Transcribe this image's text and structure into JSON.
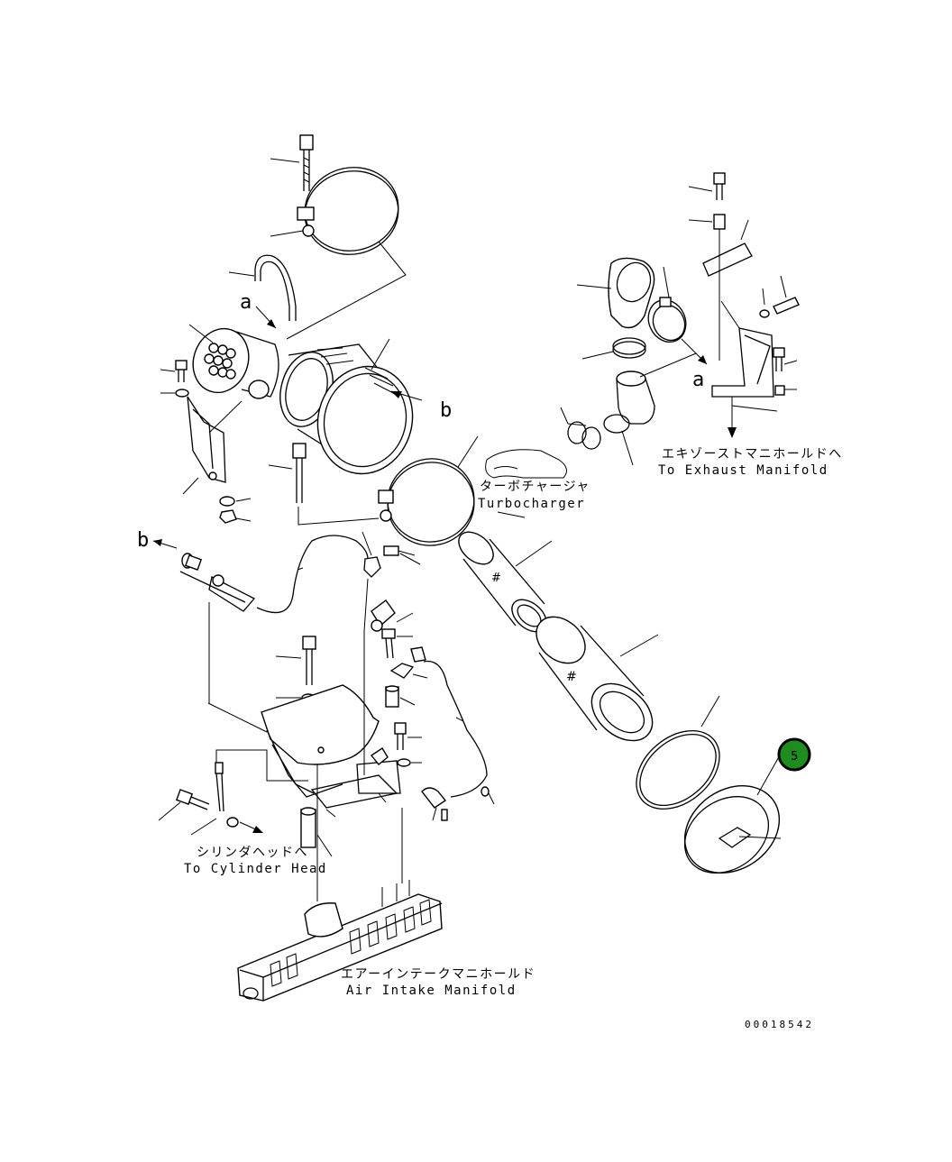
{
  "labels": {
    "exhaust_jp": "エキゾーストマニホールドへ",
    "exhaust_en": "To Exhaust Manifold",
    "turbo_jp": "ターボチャージャ",
    "turbo_en": "Turbocharger",
    "cylinder_jp": "シリンダヘッドへ",
    "cylinder_en": "To Cylinder Head",
    "intake_jp": "エアーインテークマニホールド",
    "intake_en": "Air Intake Manifold"
  },
  "references": {
    "a_top_left": "a",
    "a_right": "a",
    "b_right": "b",
    "b_left": "b"
  },
  "callout": {
    "number": "5",
    "color": "#1e8c1e"
  },
  "document_number": "00018542"
}
